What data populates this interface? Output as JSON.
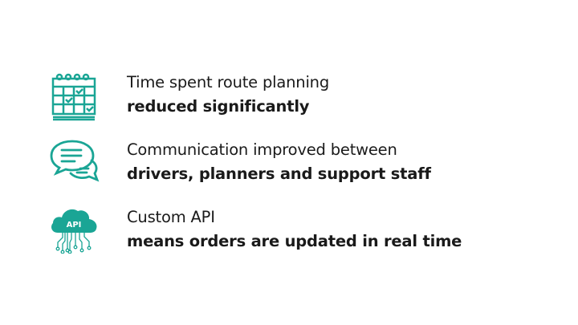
{
  "accent_color": "#1aa595",
  "items": [
    {
      "icon": "calendar-icon",
      "line1": "Time spent route planning",
      "line2": "reduced significantly"
    },
    {
      "icon": "chat-bubbles-icon",
      "line1": "Communication improved between",
      "line2": "drivers, planners and support staff"
    },
    {
      "icon": "api-cloud-icon",
      "icon_label": "API",
      "line1": "Custom API",
      "line2": "means orders are updated in real time"
    }
  ]
}
